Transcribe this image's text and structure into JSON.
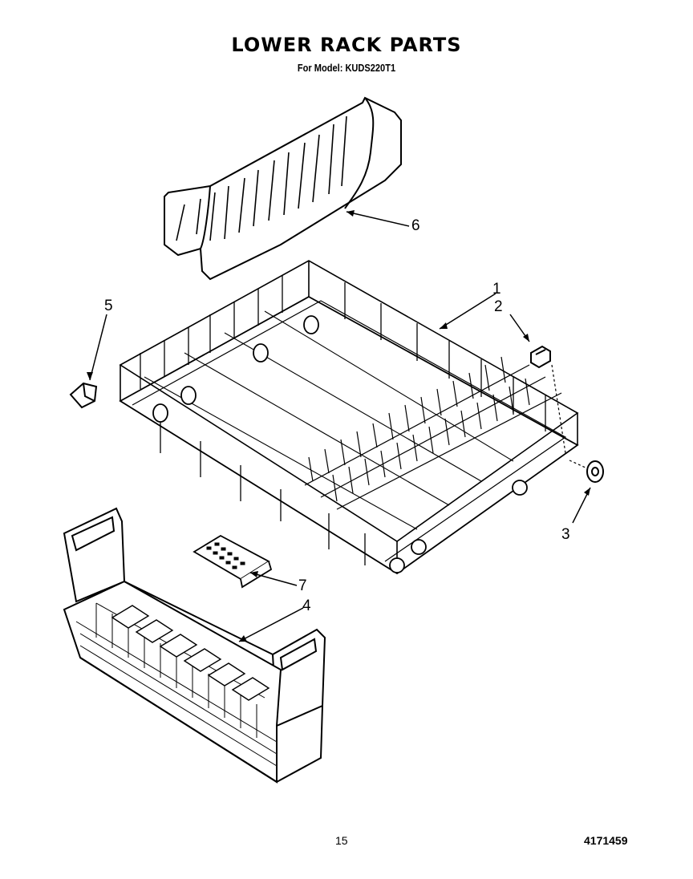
{
  "title": "LOWER RACK PARTS",
  "subtitle": "For Model: KUDS220T1",
  "callouts": [
    "1",
    "2",
    "3",
    "4",
    "5",
    "6",
    "7"
  ],
  "footer": {
    "page_number": "15",
    "document_number": "4171459"
  },
  "parts": [
    {
      "callout": "1",
      "part": "lower-rack"
    },
    {
      "callout": "2",
      "part": "rack-clip"
    },
    {
      "callout": "3",
      "part": "roller-wheel"
    },
    {
      "callout": "4",
      "part": "silverware-basket"
    },
    {
      "callout": "5",
      "part": "bumper"
    },
    {
      "callout": "6",
      "part": "fold-down-tine-rack"
    },
    {
      "callout": "7",
      "part": "basket-lid"
    }
  ]
}
